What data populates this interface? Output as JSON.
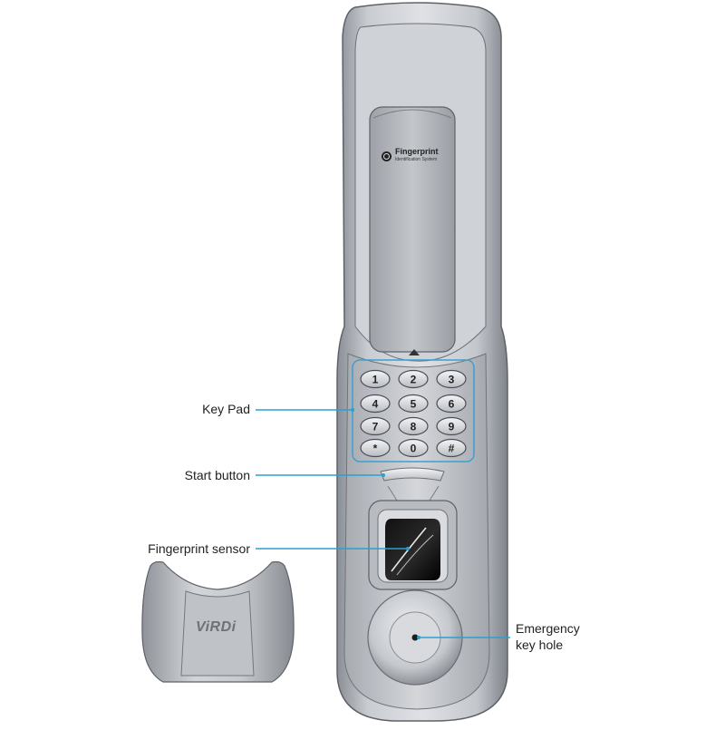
{
  "device": {
    "brand_text": "Fingerprint",
    "brand_subtext": "Identification System",
    "cover_logo": "ViRDi",
    "colors": {
      "body": "#b9bcc2",
      "body_dark": "#7d8188",
      "body_light": "#e6e8ec",
      "keypad_border": "#3aa0d0",
      "callout_line": "#2a9fd0",
      "sensor": "#1a1a1a"
    }
  },
  "keypad": {
    "keys": [
      "1",
      "2",
      "3",
      "4",
      "5",
      "6",
      "7",
      "8",
      "9",
      "*",
      "0",
      "#"
    ]
  },
  "callouts": {
    "keypad": "Key Pad",
    "start": "Start button",
    "sensor": "Fingerprint sensor",
    "emergency_line1": "Emergency",
    "emergency_line2": "key hole"
  }
}
